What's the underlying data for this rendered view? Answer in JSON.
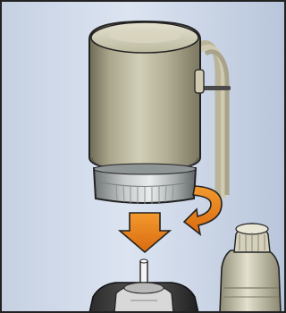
{
  "diagram": {
    "rotation_direction": "counterclockwise",
    "arrow_direction": "down",
    "arrow_color": "#e07a17",
    "background_color": "#c8d4e6",
    "border_color": "#222222"
  },
  "components": [
    "actuator-body",
    "adapter-ring",
    "cable",
    "valve-pin",
    "valve-body",
    "adapter-part"
  ]
}
